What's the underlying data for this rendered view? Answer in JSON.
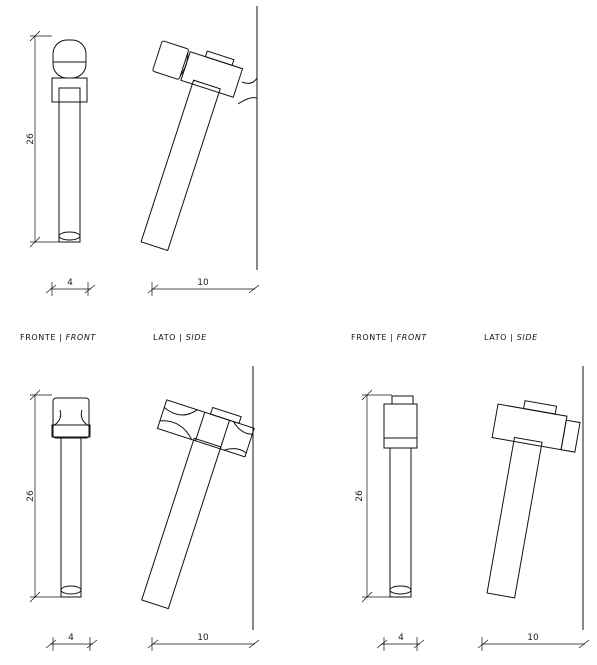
{
  "labels": {
    "front_it": "FRONTE",
    "front_en": "FRONT",
    "side_it": "LATO",
    "side_en": "SIDE",
    "separator": "|"
  },
  "dimensions": {
    "height": "26",
    "width": "4",
    "depth": "10"
  }
}
